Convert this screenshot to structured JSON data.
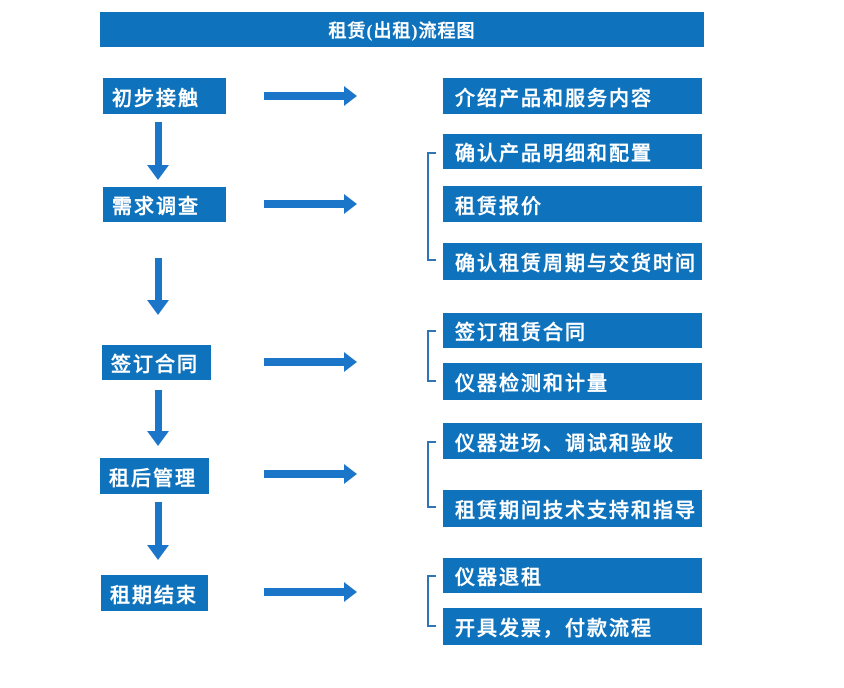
{
  "title": "租赁(出租)流程图",
  "colors": {
    "box_blue": "#0E72BC",
    "arrow_blue": "#1B75C8",
    "bracket_blue": "#2E75B6",
    "text_white": "#FFFFFF"
  },
  "left_steps": [
    {
      "label": "初步接触"
    },
    {
      "label": "需求调查"
    },
    {
      "label": "签订合同"
    },
    {
      "label": "租后管理"
    },
    {
      "label": "租期结束"
    }
  ],
  "right_details": [
    {
      "label": "介绍产品和服务内容"
    },
    {
      "label": "确认产品明细和配置"
    },
    {
      "label": "租赁报价"
    },
    {
      "label": "确认租赁周期与交货时间"
    },
    {
      "label": "签订租赁合同"
    },
    {
      "label": "仪器检测和计量"
    },
    {
      "label": "仪器进场、调试和验收"
    },
    {
      "label": "租赁期间技术支持和指导"
    },
    {
      "label": "仪器退租"
    },
    {
      "label": "开具发票，付款流程"
    }
  ]
}
